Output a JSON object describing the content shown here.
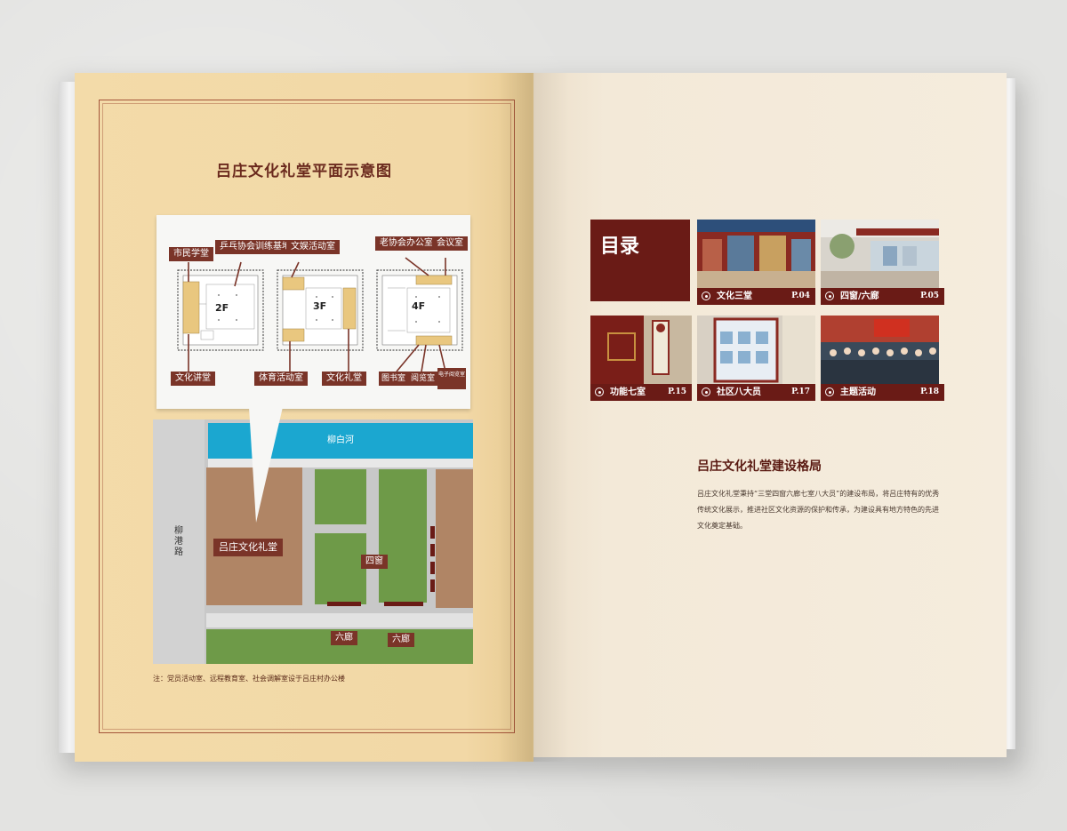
{
  "left_page": {
    "title": "吕庄文化礼堂平面示意图",
    "floor_plan": {
      "floors": [
        "2F",
        "3F",
        "4F"
      ],
      "labels_top": [
        "市民学堂",
        "乒乓协会训练基地",
        "文娱活动室",
        "老协会办公室",
        "会议室"
      ],
      "labels_bottom": [
        "文化讲堂",
        "体育活动室",
        "文化礼堂",
        "图书室",
        "阅览室",
        "电子阅览室"
      ]
    },
    "site_map": {
      "river": "柳白河",
      "road": "柳港路",
      "hall": "吕庄文化礼堂",
      "window_label": "四窗",
      "corridor_labels": [
        "六廊",
        "六廊"
      ]
    },
    "note": "注：党员活动室、远程教育室、社会调解室设于吕庄村办公楼"
  },
  "right_page": {
    "toc_title": "目录",
    "toc_items": [
      {
        "label": "文化三堂",
        "page": "P.04"
      },
      {
        "label": "四窗/六廊",
        "page": "P.05"
      },
      {
        "label": "功能七室",
        "page": "P.15"
      },
      {
        "label": "社区八大员",
        "page": "P.17"
      },
      {
        "label": "主题活动",
        "page": "P.18"
      }
    ],
    "section_title": "吕庄文化礼堂建设格局",
    "section_body": "吕庄文化礼堂秉持“三堂四窗六廊七室八大员”的建设布局，将吕庄特有的优秀传统文化展示，推进社区文化资源的保护和传承，为建设具有地方特色的先进文化奠定基础。"
  },
  "colors": {
    "accent": "#6a1b16",
    "tag": "#7a3428",
    "left_page": "#f2d9a8",
    "right_page": "#f5ecdd",
    "river": "#1ba7d0",
    "green": "#6e9a48",
    "brown": "#b08565"
  }
}
